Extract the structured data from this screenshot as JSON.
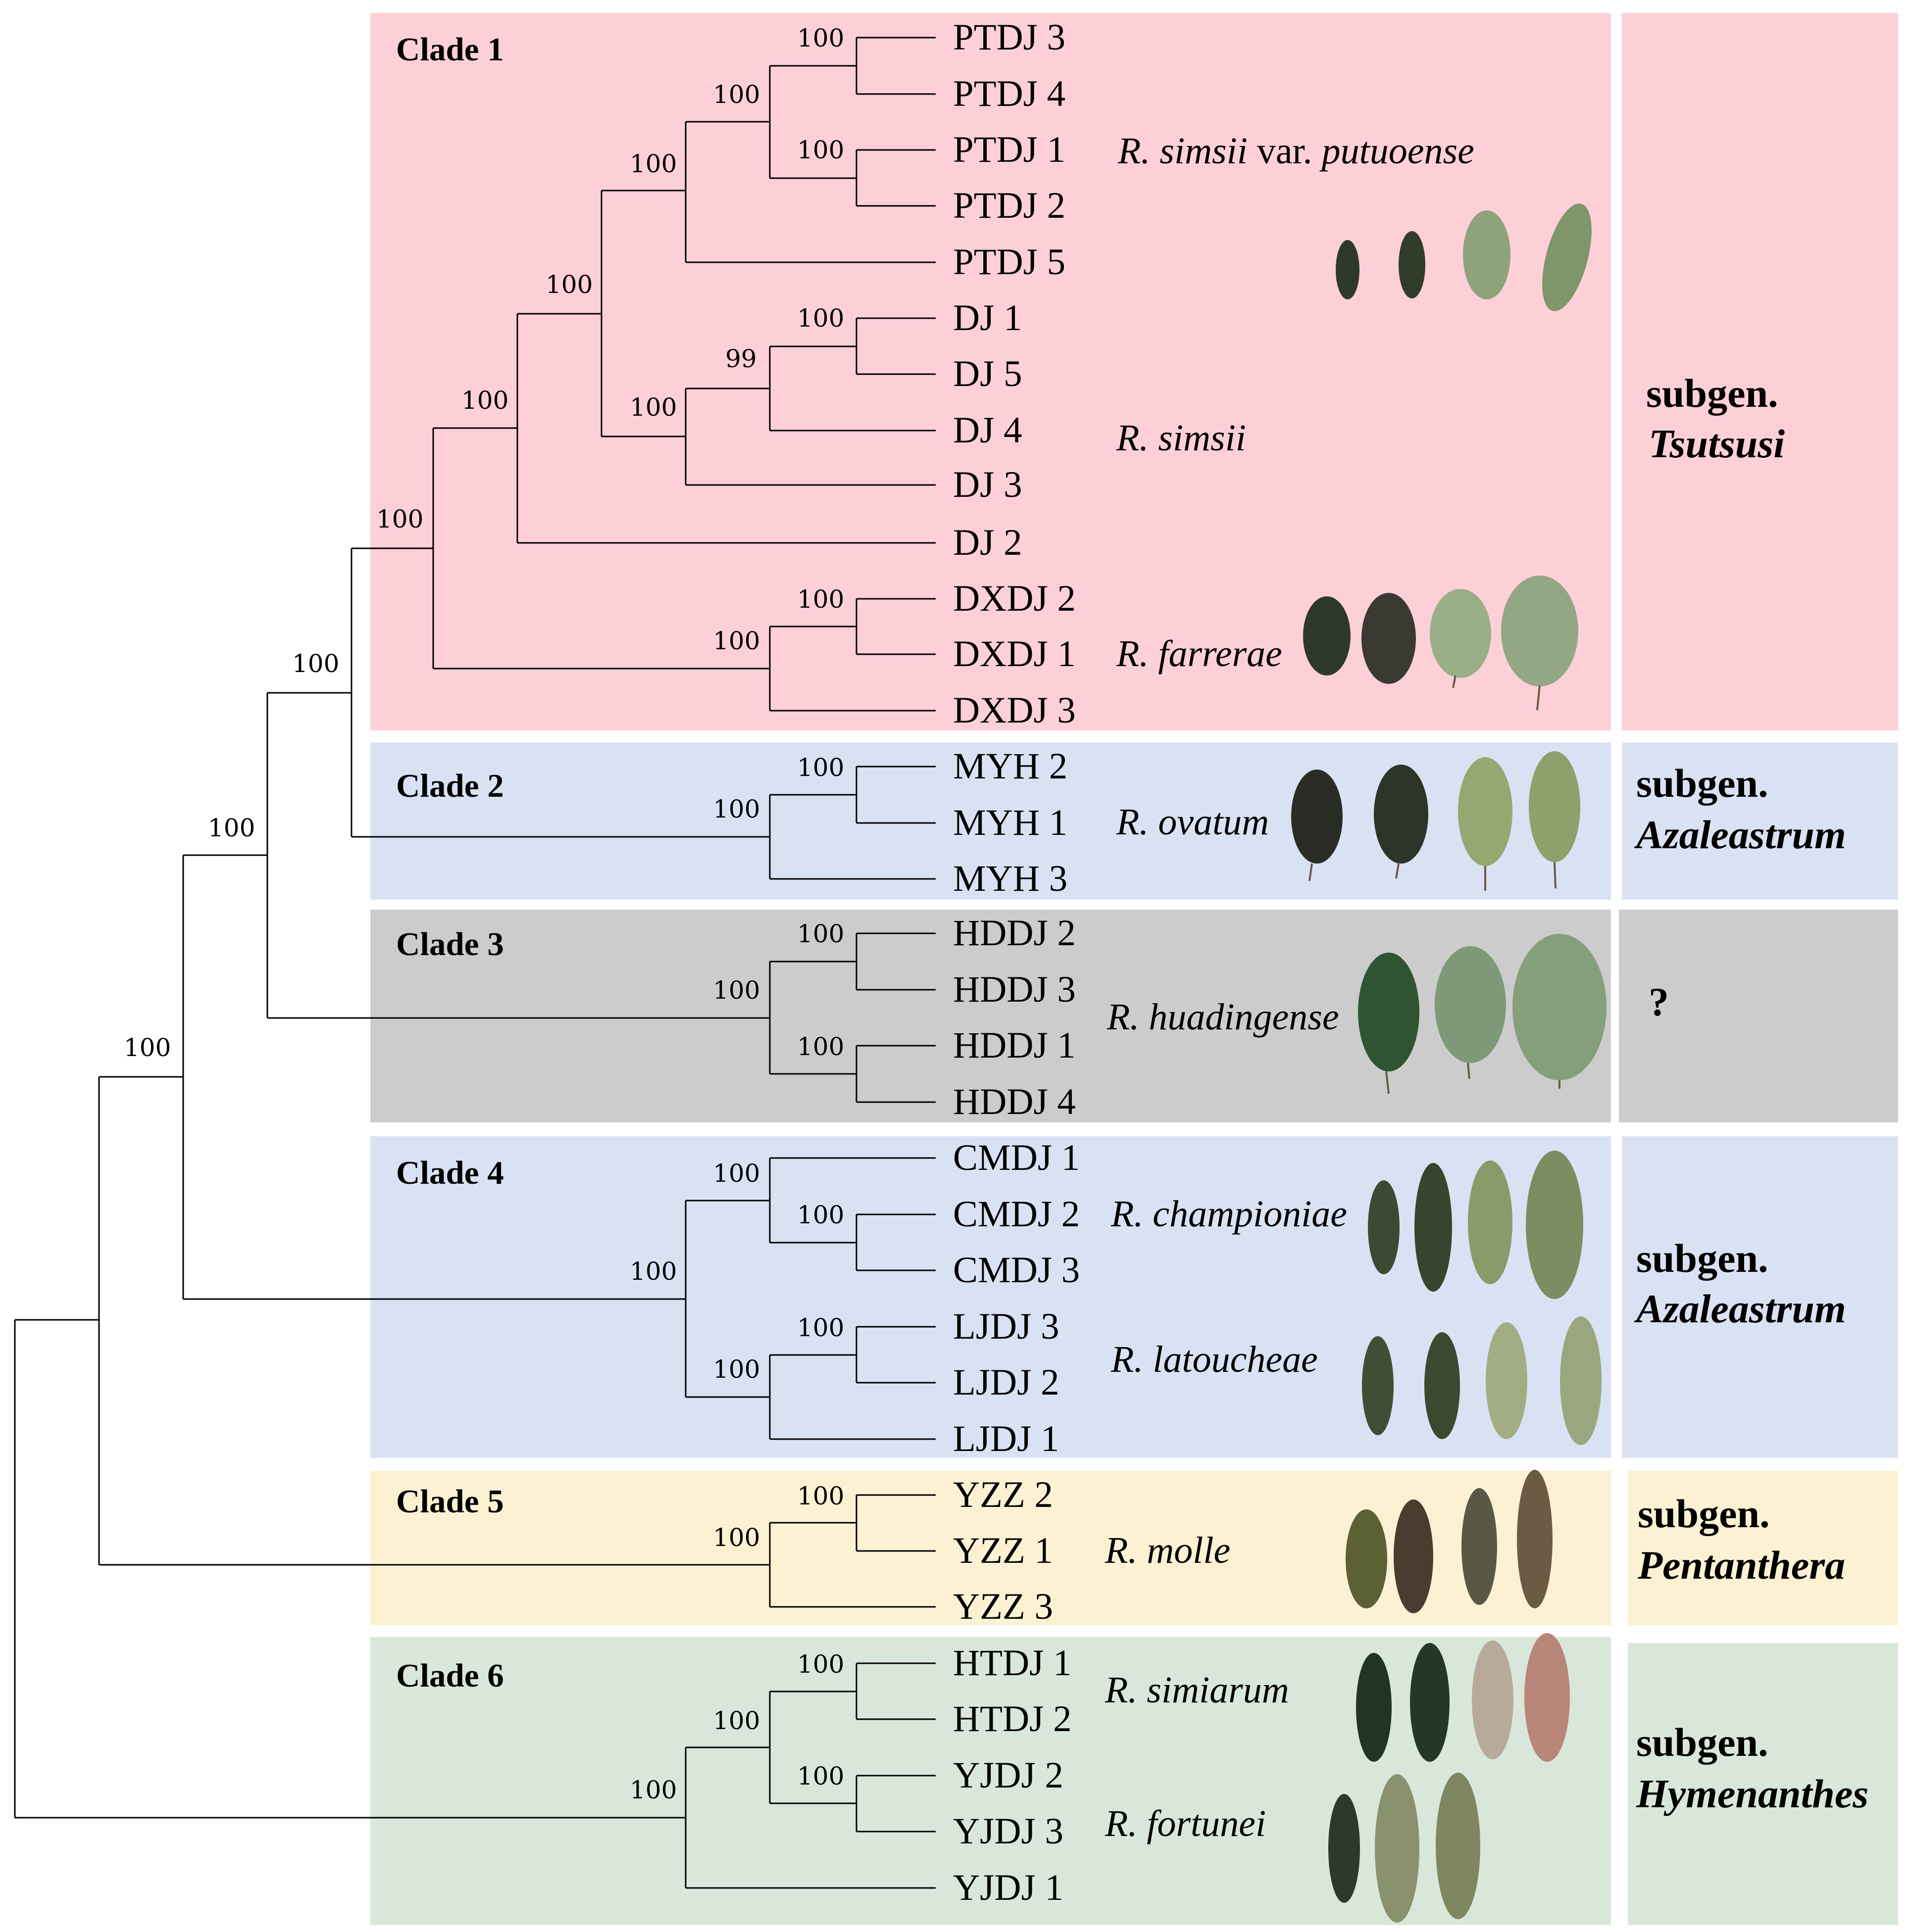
{
  "colors": {
    "clade1": "#fdd0d8",
    "clade2": "#d9e2f3",
    "clade3": "#cccccc",
    "clade4": "#d9e2f3",
    "clade5": "#fdf1d4",
    "clade6": "#d8e7d9",
    "leaf_dark": "#2d3a29",
    "leaf_light": "#8fa37b",
    "leaf_brown": "#6b5a44",
    "leaf_reddish": "#b9867a"
  },
  "clades": [
    {
      "label": "Clade 1",
      "subgenus": "subgen.",
      "subgenus_name": "Tsutsusi"
    },
    {
      "label": "Clade 2",
      "subgenus": "subgen.",
      "subgenus_name": "Azaleastrum"
    },
    {
      "label": "Clade 3",
      "subgenus": "?",
      "subgenus_name": ""
    },
    {
      "label": "Clade 4",
      "subgenus": "subgen.",
      "subgenus_name": "Azaleastrum"
    },
    {
      "label": "Clade 5",
      "subgenus": "subgen.",
      "subgenus_name": "Pentanthera"
    },
    {
      "label": "Clade 6",
      "subgenus": "subgen.",
      "subgenus_name": "Hymenanthes"
    }
  ],
  "tips": [
    "PTDJ 3",
    "PTDJ 4",
    "PTDJ 1",
    "PTDJ 2",
    "PTDJ 5",
    "DJ 1",
    "DJ 5",
    "DJ 4",
    "DJ 3",
    "DJ 2",
    "DXDJ 2",
    "DXDJ 1",
    "DXDJ 3",
    "MYH 2",
    "MYH 1",
    "MYH 3",
    "HDDJ 2",
    "HDDJ 3",
    "HDDJ 1",
    "HDDJ 4",
    "CMDJ 1",
    "CMDJ 2",
    "CMDJ 3",
    "LJDJ 3",
    "LJDJ 2",
    "LJDJ 1",
    "YZZ 2",
    "YZZ 1",
    "YZZ 3",
    "HTDJ 1",
    "HTDJ 2",
    "YJDJ 2",
    "YJDJ 3",
    "YJDJ 1"
  ],
  "species": {
    "putuoense_genus": "R. simsii",
    "putuoense_var": "var.",
    "putuoense_name": "putuoense",
    "simsii": "R. simsii",
    "farrerae": "R. farrerae",
    "ovatum": "R. ovatum",
    "huadingense": "R. huadingense",
    "championiae": "R. championiae",
    "latoucheae": "R. latoucheae",
    "molle": "R. molle",
    "simiarum": "R. simiarum",
    "fortunei": "R. fortunei"
  },
  "support": {
    "ptdj34": "100",
    "ptdj1234": "100",
    "ptdj12": "100",
    "ptdj_all": "100",
    "ptdj_dj": "100",
    "dj15": "100",
    "dj154": "99",
    "dj1543": "100",
    "simsii_grp": "100",
    "clade1": "100",
    "dxdj21": "100",
    "dxdj_all": "100",
    "clade1_2": "100",
    "myh21": "100",
    "myh_all": "100",
    "c123": "100",
    "hddj23": "100",
    "hddj_all": "100",
    "hddj14": "100",
    "c1234": "100",
    "cmdj_all": "100",
    "cmdj23": "100",
    "clade4": "100",
    "ljdj32": "100",
    "ljdj_all": "100",
    "c12345": "100",
    "yzz21": "100",
    "yzz_all": "100",
    "htdj12": "100",
    "htdj_yjdj": "100",
    "yjdj23": "100",
    "clade6": "100"
  }
}
